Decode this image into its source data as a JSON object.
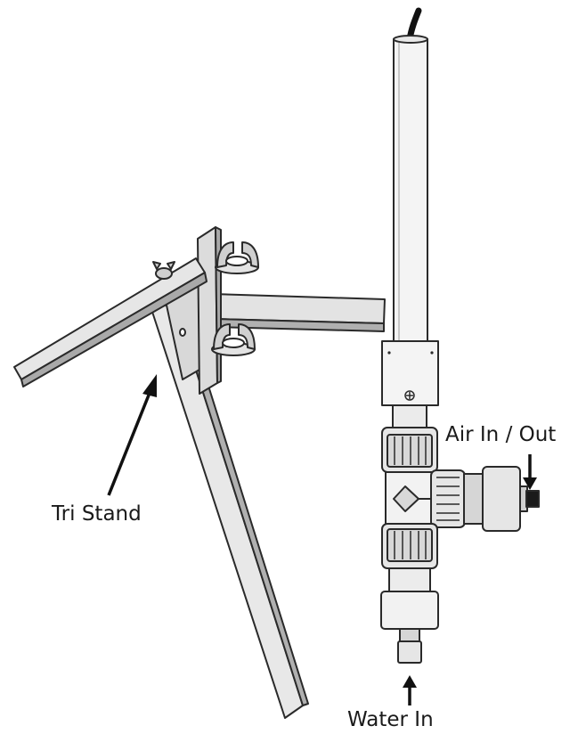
{
  "labels": {
    "tri_stand": "Tri Stand",
    "air": "Air In / Out",
    "water": "Water In"
  },
  "colors": {
    "outline": "#2a2a2a",
    "metal_light": "#e3e3e3",
    "metal_mid": "#c8c8c8",
    "metal_dark": "#a9a9a9",
    "body": "#f4f4f4",
    "black": "#111111"
  }
}
